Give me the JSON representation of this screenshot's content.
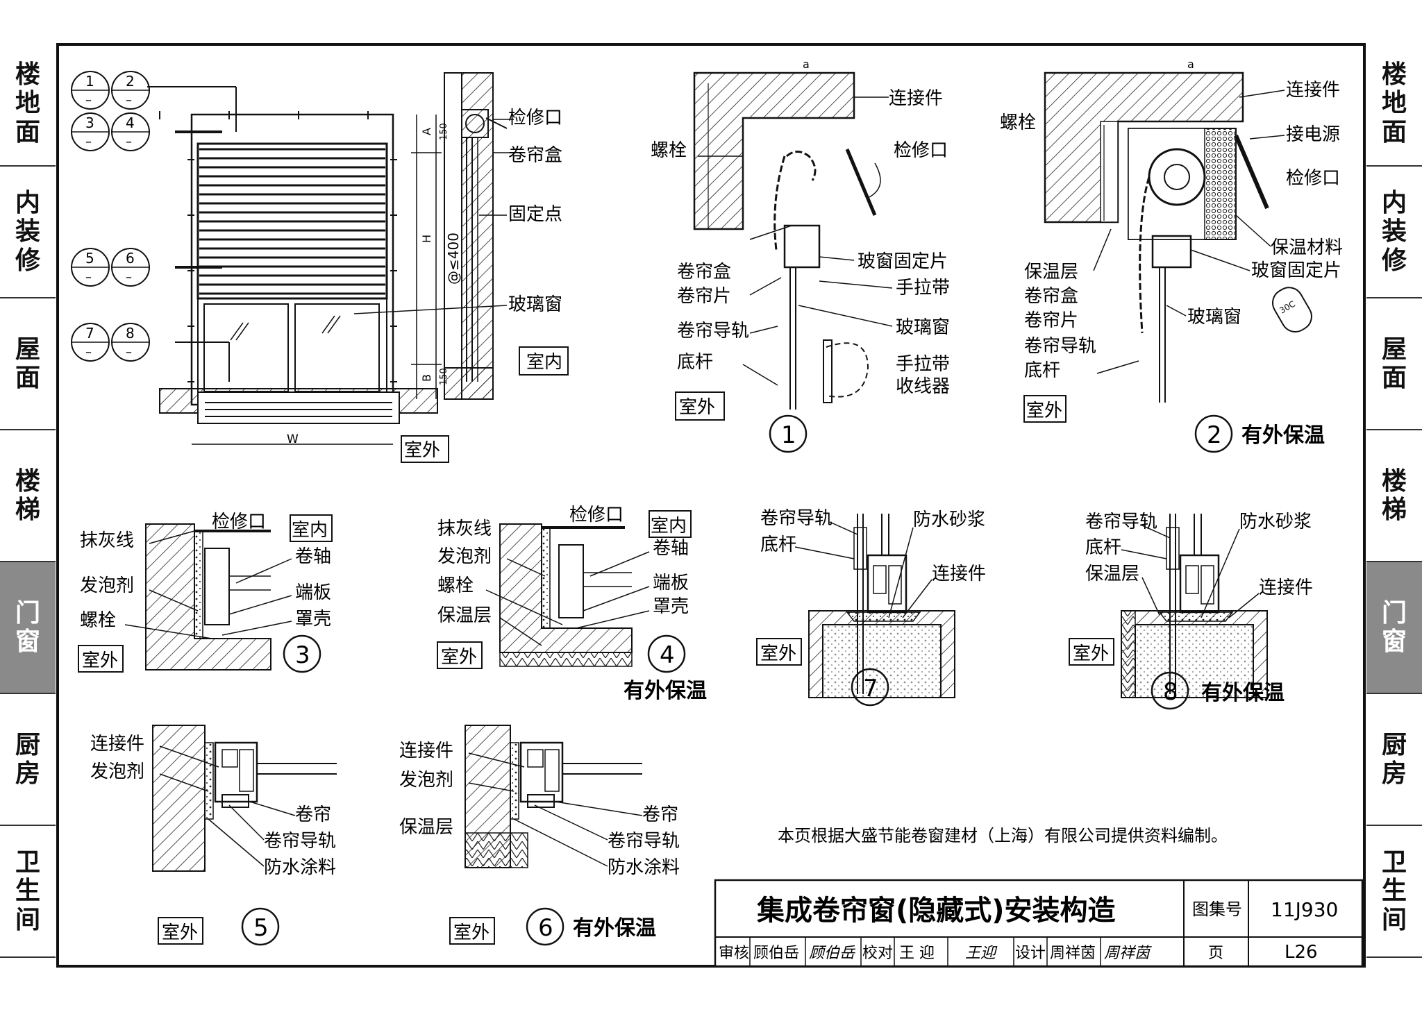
{
  "side_tabs": [
    {
      "label": "楼地面",
      "active": false
    },
    {
      "label": "内装修",
      "active": false
    },
    {
      "label": "屋面",
      "active": false
    },
    {
      "label": "楼梯",
      "active": false
    },
    {
      "label": "门窗",
      "active": true
    },
    {
      "label": "厨房",
      "active": false
    },
    {
      "label": "卫生间",
      "active": false
    }
  ],
  "overview": {
    "index_circles": [
      {
        "top": "1",
        "bottom": "–"
      },
      {
        "top": "2",
        "bottom": "–"
      },
      {
        "top": "3",
        "bottom": "–"
      },
      {
        "top": "4",
        "bottom": "–"
      },
      {
        "top": "5",
        "bottom": "–"
      },
      {
        "top": "6",
        "bottom": "–"
      },
      {
        "top": "7",
        "bottom": "–"
      },
      {
        "top": "8",
        "bottom": "–"
      }
    ],
    "labels": {
      "inspection": "检修口",
      "box": "卷帘盒",
      "fixing": "固定点",
      "glass": "玻璃窗",
      "indoor": "室内",
      "outdoor": "室外"
    },
    "dims": {
      "A": "A",
      "B": "B",
      "H": "H",
      "spacing": "@≤400",
      "d150a": "150",
      "d150b": "150",
      "W": "W"
    }
  },
  "detail1": {
    "number": "1",
    "a": "a",
    "labels": {
      "connector": "连接件",
      "bolt": "螺栓",
      "inspection": "检修口",
      "box": "卷帘盒",
      "glass_fix": "玻窗固定片",
      "slat": "卷帘片",
      "strap": "手拉带",
      "guide": "卷帘导轨",
      "glass": "玻璃窗",
      "bottom": "底杆",
      "retractor1": "手拉带",
      "retractor2": "收线器",
      "outdoor": "室外"
    }
  },
  "detail2": {
    "number": "2",
    "caption": "有外保温",
    "a": "a",
    "labels": {
      "connector": "连接件",
      "bolt": "螺栓",
      "power": "接电源",
      "inspection": "检修口",
      "insul_mat": "保温材料",
      "insul_layer": "保温层",
      "glass_fix": "玻窗固定片",
      "box": "卷帘盒",
      "slat": "卷帘片",
      "glass": "玻璃窗",
      "guide": "卷帘导轨",
      "bottom": "底杆",
      "outdoor": "室外"
    }
  },
  "detail3": {
    "number": "3",
    "labels": {
      "inspection": "检修口",
      "indoor": "室内",
      "plaster": "抹灰线",
      "shaft": "卷轴",
      "foam": "发泡剂",
      "endplate": "端板",
      "bolt": "螺栓",
      "cover": "罩壳",
      "outdoor": "室外"
    }
  },
  "detail4": {
    "number": "4",
    "caption": "有外保温",
    "labels": {
      "inspection": "检修口",
      "indoor": "室内",
      "plaster": "抹灰线",
      "foam": "发泡剂",
      "shaft": "卷轴",
      "bolt": "螺栓",
      "endplate": "端板",
      "insul": "保温层",
      "cover": "罩壳",
      "outdoor": "室外"
    }
  },
  "detail5": {
    "number": "5",
    "labels": {
      "connector": "连接件",
      "foam": "发泡剂",
      "curtain": "卷帘",
      "guide": "卷帘导轨",
      "coating": "防水涂料",
      "outdoor": "室外"
    }
  },
  "detail6": {
    "number": "6",
    "caption": "有外保温",
    "labels": {
      "connector": "连接件",
      "foam": "发泡剂",
      "insul": "保温层",
      "curtain": "卷帘",
      "guide": "卷帘导轨",
      "coating": "防水涂料",
      "outdoor": "室外"
    }
  },
  "detail7": {
    "number": "7",
    "labels": {
      "guide": "卷帘导轨",
      "mortar": "防水砂浆",
      "bottom": "底杆",
      "connector": "连接件",
      "outdoor": "室外"
    }
  },
  "detail8": {
    "number": "8",
    "caption": "有外保温",
    "labels": {
      "guide": "卷帘导轨",
      "mortar": "防水砂浆",
      "bottom": "底杆",
      "insul": "保温层",
      "connector": "连接件",
      "outdoor": "室外"
    }
  },
  "note": "本页根据大盛节能卷窗建材（上海）有限公司提供资料编制。",
  "title_block": {
    "title": "集成卷帘窗(隐藏式)安装构造",
    "atlas_label": "图集号",
    "atlas_no": "11J930",
    "review_label": "审核",
    "reviewer": "顾伯岳",
    "reviewer_sig": "顾伯岳",
    "check_label": "校对",
    "checker": "王 迎",
    "checker_sig": "王迎",
    "design_label": "设计",
    "designer": "周祥茵",
    "designer_sig": "周祥茵",
    "page_label": "页",
    "page_no": "L26"
  }
}
